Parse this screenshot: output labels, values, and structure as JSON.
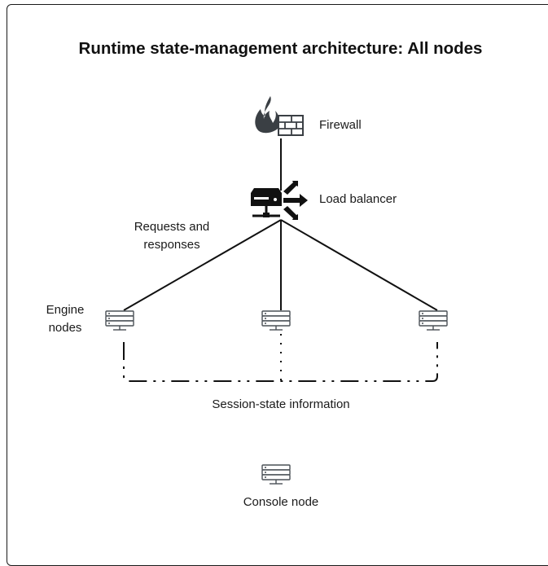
{
  "title": "Runtime state-management architecture: All nodes",
  "labels": {
    "firewall": "Firewall",
    "load_balancer": "Load balancer",
    "requests_line1": "Requests and",
    "requests_line2": "responses",
    "engine_line1": "Engine",
    "engine_line2": "nodes",
    "session_state": "Session-state information",
    "console": "Console node"
  },
  "colors": {
    "line": "#111111",
    "icon_fill": "#3a3f44",
    "server_stroke": "#4a5056"
  },
  "icons": {
    "firewall": "firewall-icon",
    "load_balancer": "load-balancer-icon",
    "engine_node": "server-icon",
    "console_node": "server-icon"
  }
}
